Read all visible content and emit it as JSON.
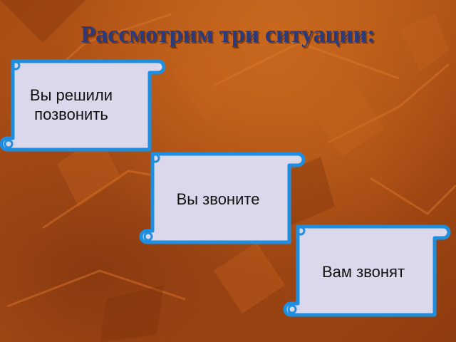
{
  "slide": {
    "title": "Рассмотрим три ситуации:",
    "scrolls": [
      {
        "line1": "Вы решили",
        "line2": "позвонить"
      },
      {
        "line1": "Вы звоните",
        "line2": ""
      },
      {
        "line1": "Вам звонят",
        "line2": ""
      }
    ]
  },
  "colors": {
    "title": "#2b3a7a",
    "scroll_border": "#1e8fe0",
    "scroll_fill": "#dcd8ec"
  }
}
